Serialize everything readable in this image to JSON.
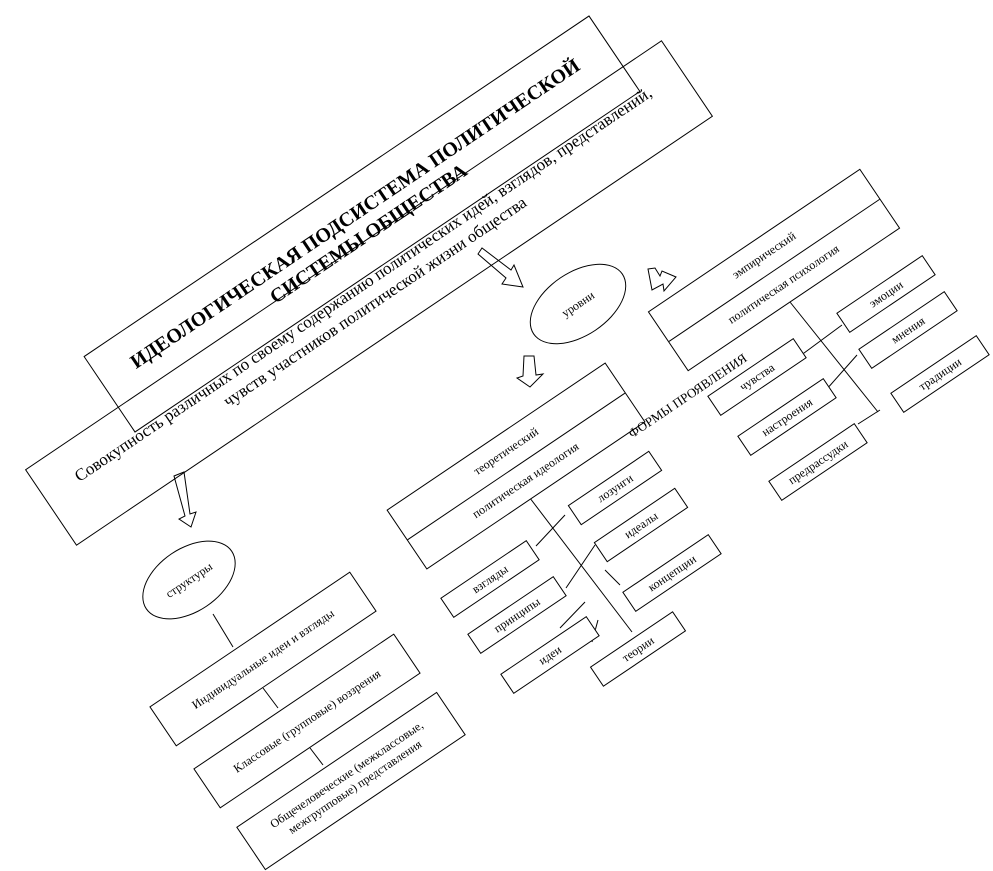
{
  "title": {
    "line1": "ИДЕОЛОГИЧЕСКАЯ ПОДСИСТЕМА ПОЛИТИЧЕСКОЙ",
    "line2": "СИСТЕМЫ ОБЩЕСТВА"
  },
  "definition": {
    "line1": "Совокупность различных по своему содержанию политических идей, взглядов, представлений,",
    "line2": "чувств участников политической жизни общества"
  },
  "nodes": {
    "structures": "структуры",
    "levels": "уровни",
    "forms_label": "ФОРМЫ ПРОЯВЛЕНИЯ"
  },
  "structures_list": [
    "Индивидуальные идеи и взгляды",
    "Классовые (групповые) воззрения",
    "Общечеловеческие (межклассовые,",
    "межгрупповые) представления"
  ],
  "theoretical": {
    "top": "теоретический",
    "bottom": "политическая идеология",
    "items": [
      "лозунги",
      "идеалы",
      "концепции",
      "теории",
      "взгляды",
      "принципы",
      "идеи"
    ]
  },
  "empirical": {
    "top": "эмпирический",
    "bottom": "политическая психология",
    "items": [
      "эмоции",
      "мнения",
      "традиции",
      "чувства",
      "настроения",
      "предрассудки"
    ]
  }
}
